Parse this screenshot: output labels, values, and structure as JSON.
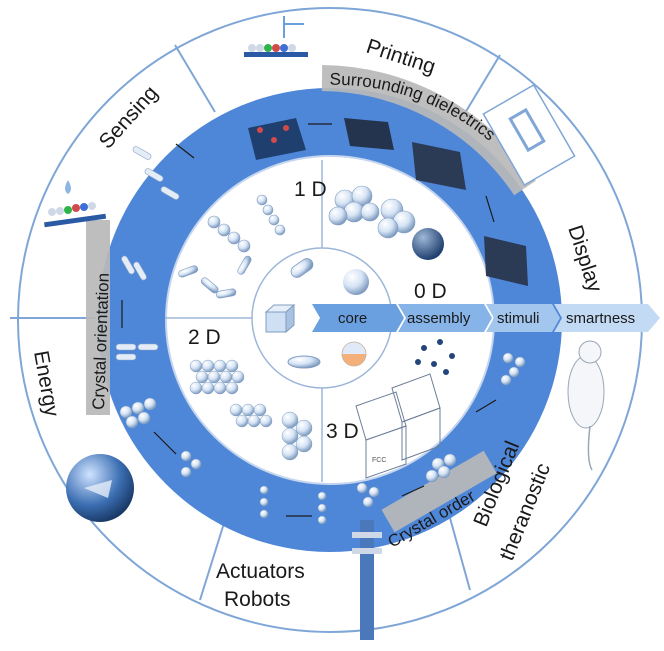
{
  "applications": {
    "printing": "Printing",
    "sensing": "Sensing",
    "display": "Display",
    "energy": "Energy",
    "actuators": [
      "Actuators",
      "Robots"
    ],
    "biological": [
      "Biological",
      "theranostic"
    ]
  },
  "properties": {
    "surrounding_dielectrics": "Surrounding dielectrics",
    "crystal_orientation": "Crystal orientation",
    "crystal_order": "Crystal order"
  },
  "dimensions": {
    "zero_d": "0 D",
    "one_d": "1 D",
    "two_d": "2 D",
    "three_d": "3 D"
  },
  "process_arrow": [
    "core",
    "assembly",
    "stimuli",
    "smartness"
  ],
  "lattice_tag": "FCC",
  "colors": {
    "ring_blue": "#4f87d8",
    "inner_blue": "#eaf1fb",
    "label_band": "#b9b9b9",
    "arrow_blue": "#6aa0e0",
    "line": "#7fa6d6"
  }
}
